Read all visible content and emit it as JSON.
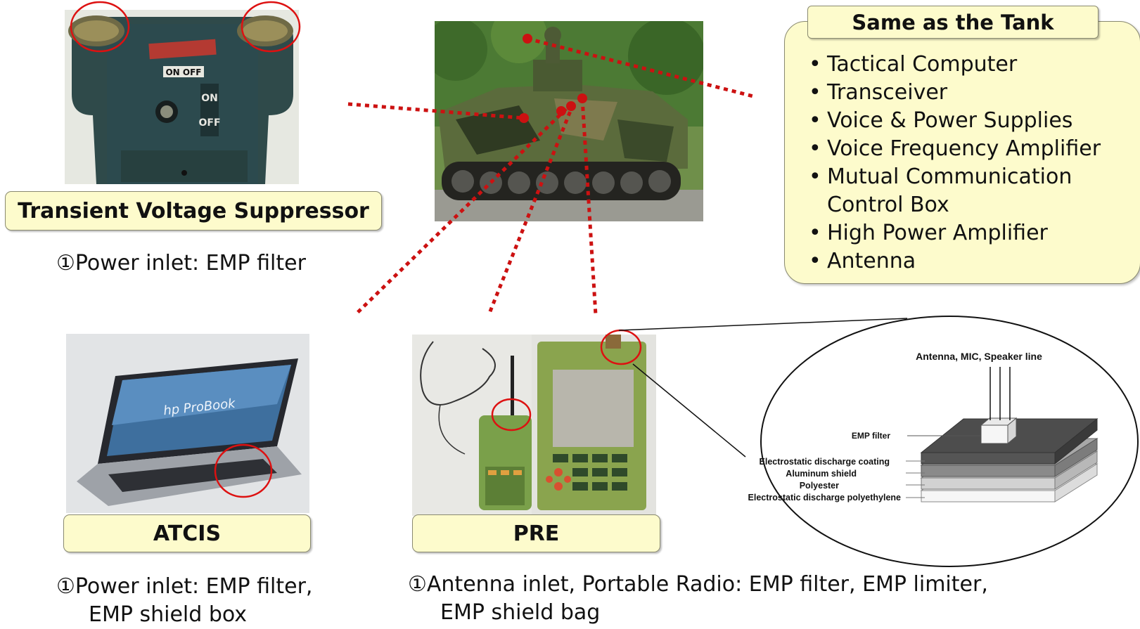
{
  "tank_list": {
    "title": "Same as the Tank",
    "items": [
      "Tactical Computer",
      "Transceiver",
      "Voice & Power Supplies",
      "Voice Frequency Amplifier",
      [
        "Mutual Communication",
        "Control Box"
      ],
      "High Power Amplifier",
      "Antenna"
    ]
  },
  "tvs": {
    "label": "Transient Voltage Suppressor",
    "caption": "①Power inlet: EMP filter",
    "device_text": {
      "switch_top": "ON OFF",
      "switch_side": [
        "ON",
        "OFF"
      ]
    }
  },
  "atcis": {
    "label": "ATCIS",
    "caption_lines": [
      "①Power inlet: EMP filter,",
      "EMP shield box"
    ],
    "logo_text": "hp ProBook"
  },
  "pre": {
    "label": "PRE",
    "caption_lines": [
      "①Antenna inlet, Portable Radio: EMP filter, EMP limiter,",
      "EMP shield bag"
    ]
  },
  "shield_diagram": {
    "top_label": "Antenna, MIC, Speaker line",
    "filter_label": "EMP filter",
    "layers": [
      "Electrostatic discharge coating",
      "Aluminum shield",
      "Polyester",
      "Electrostatic discharge polyethylene"
    ]
  },
  "colors": {
    "label_fill": "#fdfbcc",
    "connector_red": "#cc1111",
    "highlight_circle": "#dd1111",
    "camo_green": "#5b6b3c"
  }
}
